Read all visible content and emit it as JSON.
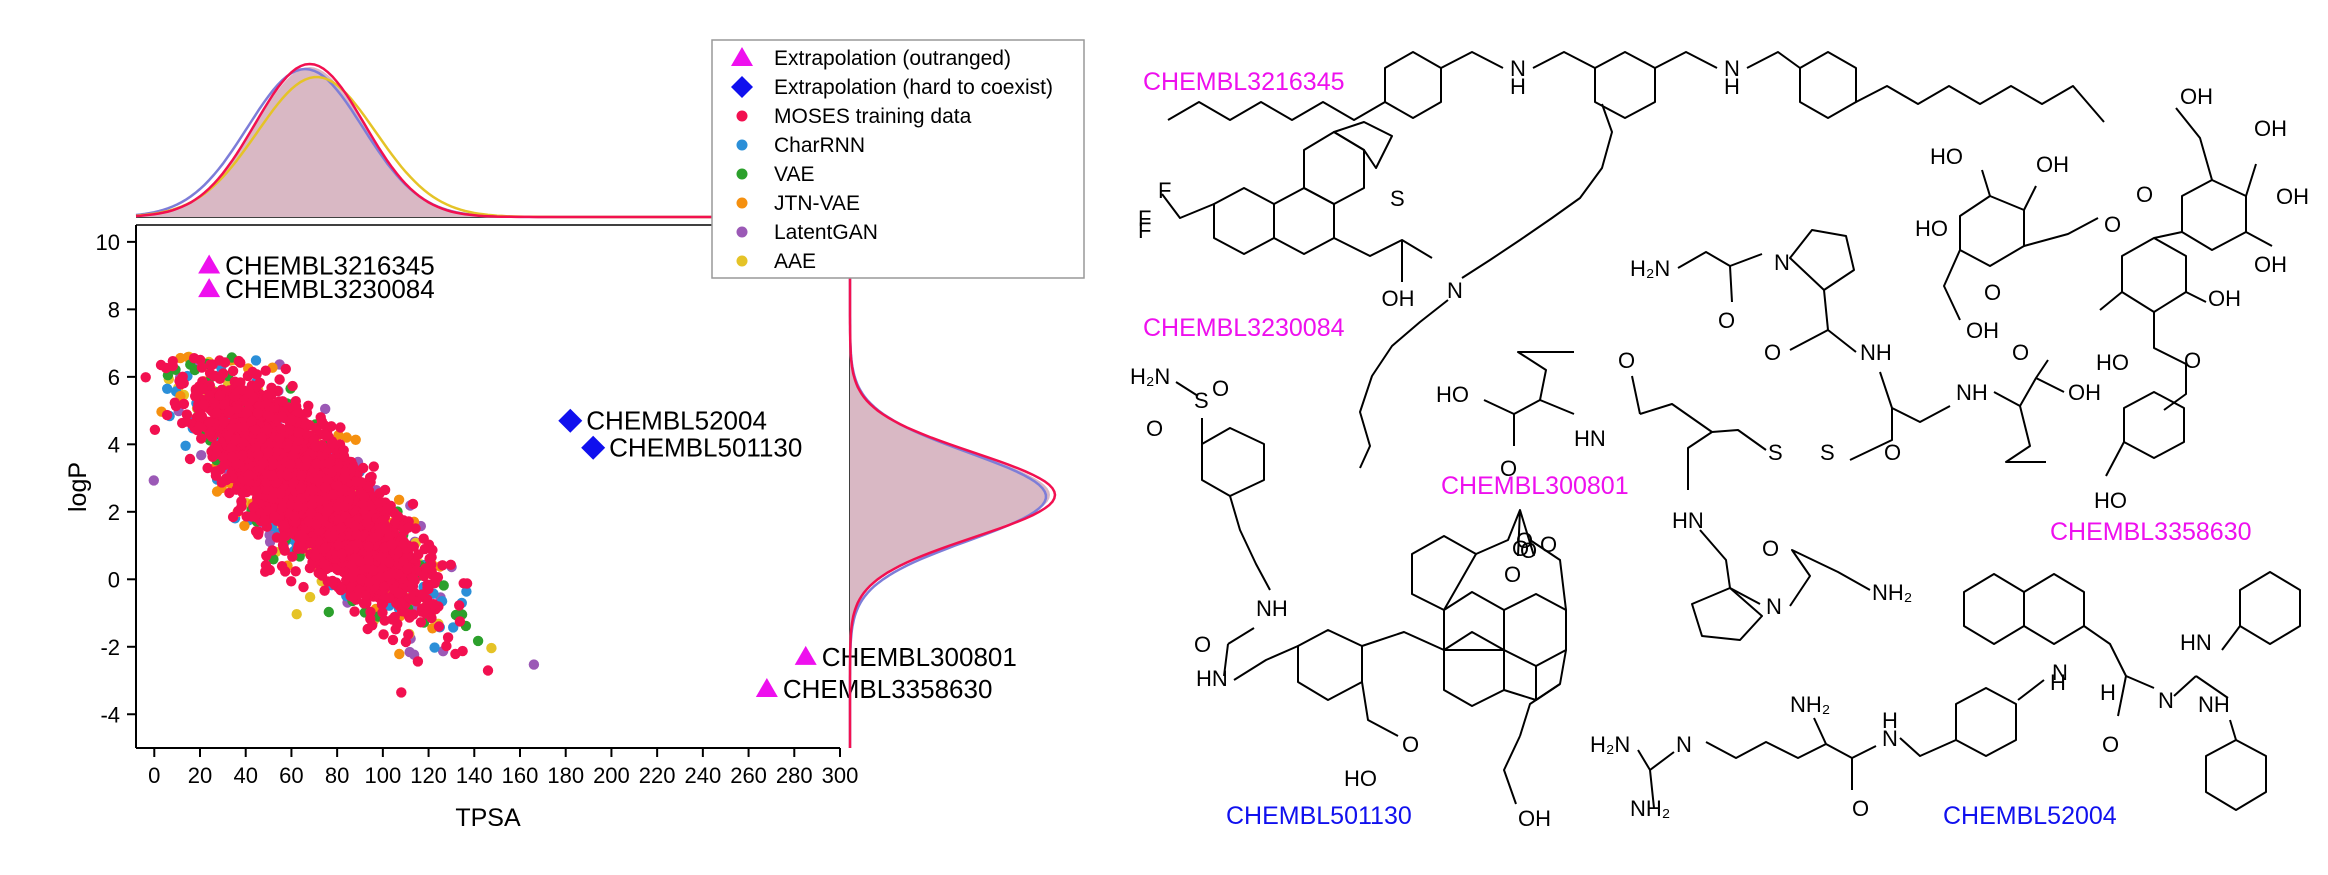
{
  "chart_data": {
    "type": "scatter",
    "xlabel": "TPSA",
    "ylabel": "logP",
    "xlim": [
      -8,
      300
    ],
    "ylim": [
      -5,
      10.5
    ],
    "xticks": [
      0,
      20,
      40,
      60,
      80,
      100,
      120,
      140,
      160,
      180,
      200,
      220,
      240,
      260,
      280,
      300
    ],
    "yticks": [
      -4,
      -2,
      0,
      2,
      4,
      6,
      8,
      10
    ],
    "grid": false,
    "legend_position": "top-right",
    "legend": [
      {
        "label": "Extrapolation (outranged)",
        "marker": "triangle",
        "color": "#ee10ee"
      },
      {
        "label": "Extrapolation (hard to coexist)",
        "marker": "diamond",
        "color": "#1010ee"
      },
      {
        "label": "MOSES training data",
        "marker": "circle",
        "color": "#f21050"
      },
      {
        "label": "CharRNN",
        "marker": "circle",
        "color": "#2b8fd8"
      },
      {
        "label": "VAE",
        "marker": "circle",
        "color": "#2ca02c"
      },
      {
        "label": "JTN-VAE",
        "marker": "circle",
        "color": "#f5900f"
      },
      {
        "label": "LatentGAN",
        "marker": "circle",
        "color": "#9b59b6"
      },
      {
        "label": "AAE",
        "marker": "circle",
        "color": "#e5c327"
      }
    ],
    "highlighted": [
      {
        "label": "CHEMBL3216345",
        "group": "outranged",
        "x": 24,
        "y": 9.3
      },
      {
        "label": "CHEMBL3230084",
        "group": "outranged",
        "x": 24,
        "y": 8.6
      },
      {
        "label": "CHEMBL52004",
        "group": "hard",
        "x": 182,
        "y": 4.7
      },
      {
        "label": "CHEMBL501130",
        "group": "hard",
        "x": 192,
        "y": 3.9
      },
      {
        "label": "CHEMBL300801",
        "group": "outranged",
        "x": 285,
        "y": -2.3
      },
      {
        "label": "CHEMBL3358630",
        "group": "outranged",
        "x": 268,
        "y": -3.25
      }
    ],
    "distribution_bulk": {
      "tpsa_mean": 68,
      "tpsa_sd": 24,
      "logp_mean": 2.5,
      "logp_sd": 1.25
    },
    "marginal_top": {
      "axis": "TPSA",
      "peak_x": 68,
      "sd": 24
    },
    "marginal_right": {
      "axis": "logP",
      "peak_y": 2.5,
      "sd": 1.25
    }
  },
  "colors": {
    "outranged": "#ee10ee",
    "hard": "#1010ee",
    "training": "#f21050",
    "density_fill": "#d9b8c4"
  },
  "structures": [
    {
      "id": "CHEMBL3216345",
      "color": "#ee10ee"
    },
    {
      "id": "CHEMBL3230084",
      "color": "#ee10ee"
    },
    {
      "id": "CHEMBL300801",
      "color": "#ee10ee"
    },
    {
      "id": "CHEMBL3358630",
      "color": "#ee10ee"
    },
    {
      "id": "CHEMBL501130",
      "color": "#1010ee"
    },
    {
      "id": "CHEMBL52004",
      "color": "#1010ee"
    }
  ]
}
